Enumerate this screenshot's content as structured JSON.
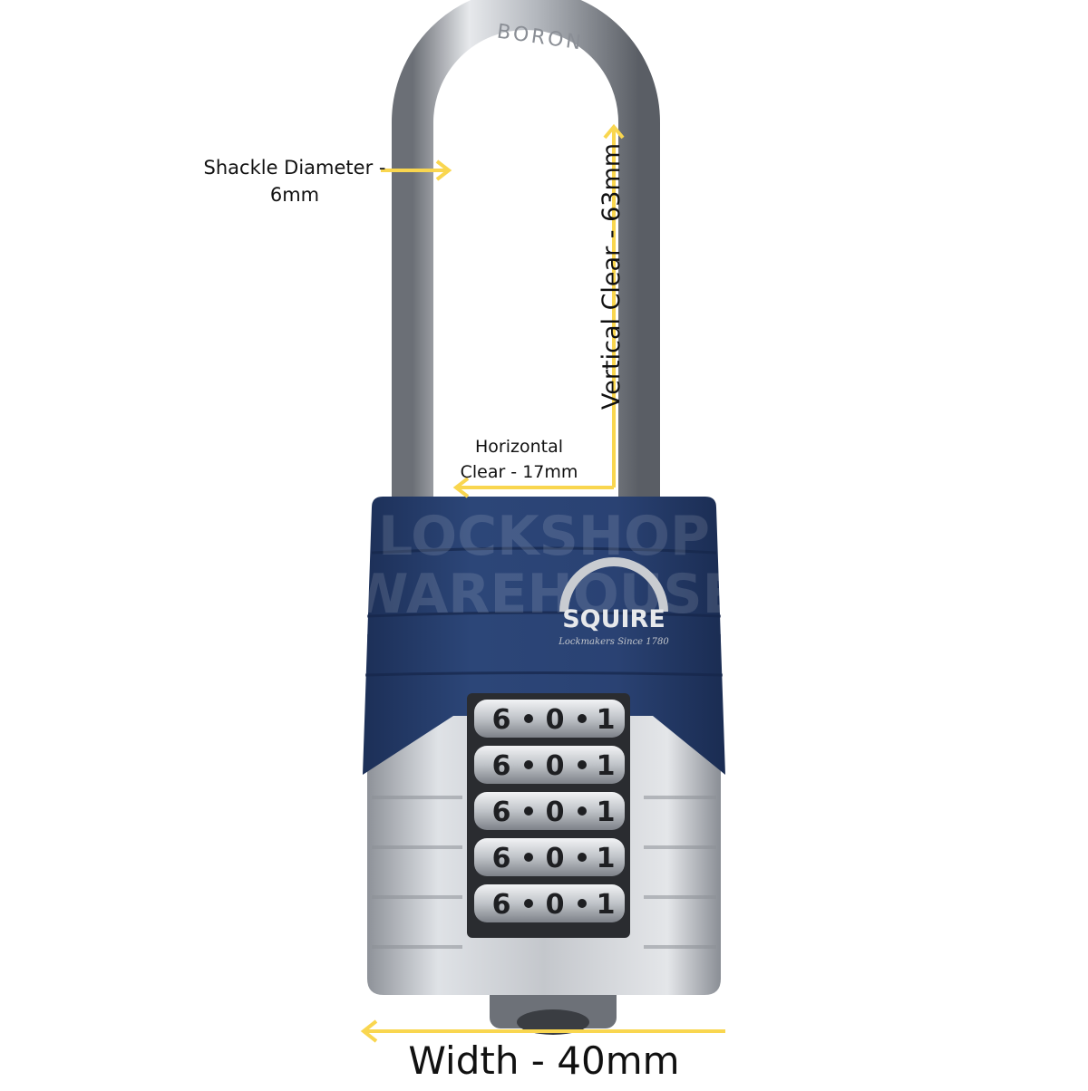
{
  "annotations": {
    "shackle_diameter": "Shackle Diameter -\n6mm",
    "vertical_clear": "Vertical Clear - 63mm",
    "horizontal_clear": "Horizontal\nClear - 17mm",
    "width": "Width - 40mm"
  },
  "lock": {
    "brand": "SQUIRE",
    "tagline": "Lockmakers Since 1780",
    "shackle_stamp": "BORON",
    "watermark_line1": "LOCKSHOP",
    "watermark_line2": "WAREHOUSE",
    "dial_digits": [
      "6",
      "0",
      "1"
    ],
    "dial_count": 5
  },
  "colors": {
    "arrow": "#f9d64f",
    "body_blue": "#263f6e",
    "chrome": "#b9bcc1",
    "label_text": "#111111"
  },
  "icons": [
    "padlock-image",
    "arrow-up",
    "arrow-left"
  ]
}
